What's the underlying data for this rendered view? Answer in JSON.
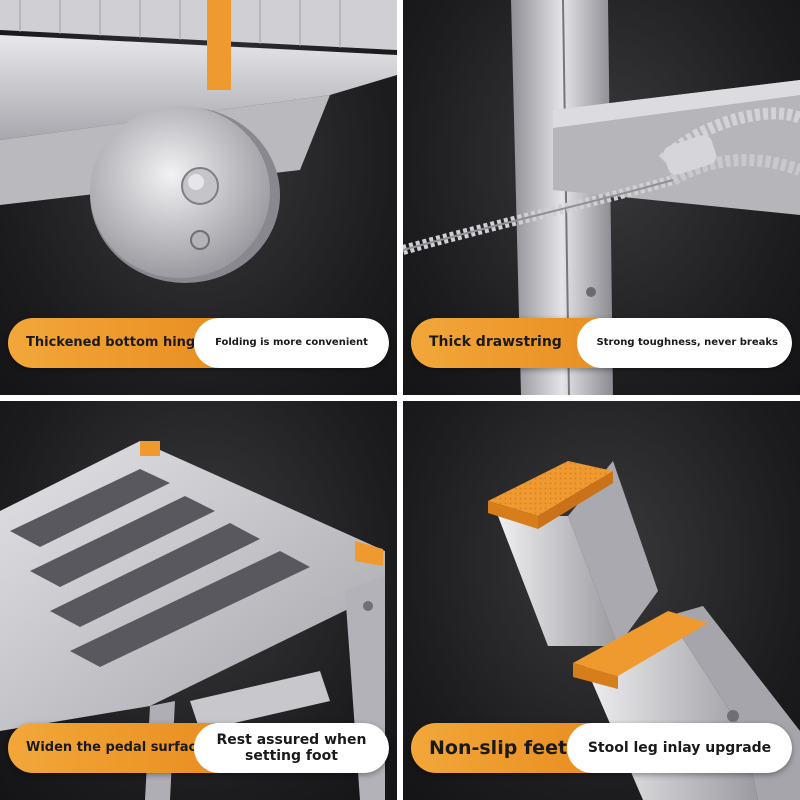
{
  "panels": [
    {
      "tag": "Thickened bottom hinge",
      "desc": "Folding is more convenient"
    },
    {
      "tag": "Thick drawstring",
      "desc": "Strong toughness, never breaks"
    },
    {
      "tag": "Widen the pedal surface",
      "desc": "Rest assured when setting foot"
    },
    {
      "tag": "Non-slip feet",
      "desc": "Stool leg inlay upgrade"
    }
  ],
  "colors": {
    "accent_orange": "#ef9a2e",
    "background_dark": "#1c1c1e",
    "caption_white": "#ffffff",
    "metal": "#c8c8cc"
  }
}
